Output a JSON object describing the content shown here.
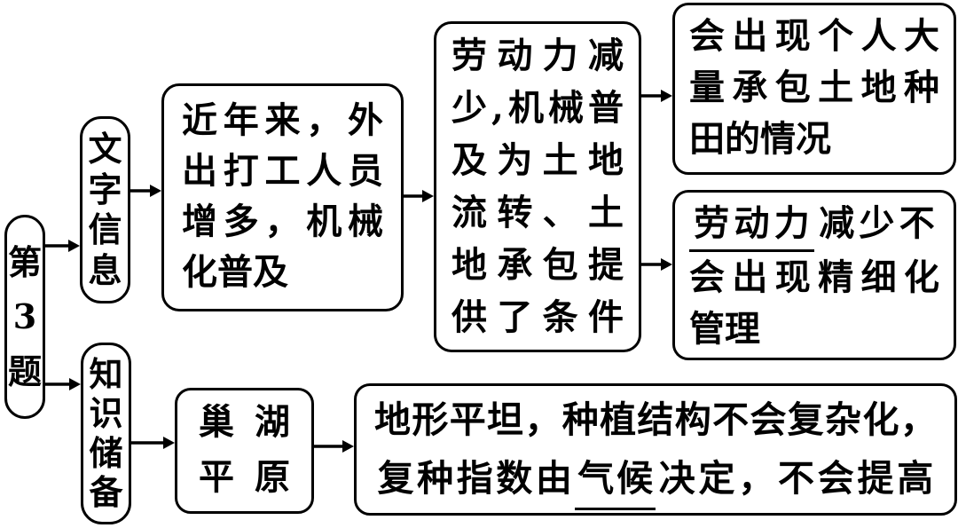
{
  "figure": {
    "background_color": "#ffffff",
    "ink_color": "#000000",
    "type": "flowchart"
  },
  "boxes": {
    "question": {
      "text": "第3题"
    },
    "text_info": {
      "text": "文字信息"
    },
    "knowledge": {
      "text": "知识储备"
    },
    "recent": {
      "full_text": "近年来，外出打工人员增多，机械化普及",
      "lines": [
        "近年来，外",
        "出打工人员",
        "增多，机械",
        "化普及"
      ]
    },
    "condition": {
      "full_text": "劳动力减少,机械普及为土地流转、土地承包提供了条件",
      "lines": [
        "劳动力减",
        "少,机械普",
        "及为土地",
        "流转、土",
        "地承包提",
        "供了条件"
      ]
    },
    "contract": {
      "full_text": "会出现个人大量承包土地种田的情况",
      "lines": [
        "会出现个人大",
        "量承包土地种",
        "田的情况"
      ]
    },
    "management": {
      "full_text": "劳动力减少不会出现精细化管理",
      "line1_underline": "劳动力",
      "line1_rest": "减少不",
      "line2": "会出现精细化",
      "line3": "管理"
    },
    "chaohu": {
      "full_text": "巢湖平原",
      "lines": [
        "巢湖",
        "平原"
      ]
    },
    "terrain": {
      "full_text": "地形平坦，种植结构不会复杂化，复种指数由气候决定，不会提高",
      "line1": "地形平坦，种植结构不会复杂化，",
      "line2_pre": "复种指数由",
      "line2_underline": "气候",
      "line2_post": "决定，不会提高"
    }
  },
  "connections": [
    {
      "from": "question",
      "to": "text_info"
    },
    {
      "from": "question",
      "to": "knowledge"
    },
    {
      "from": "text_info",
      "to": "recent"
    },
    {
      "from": "recent",
      "to": "condition"
    },
    {
      "from": "condition",
      "to": "contract"
    },
    {
      "from": "condition",
      "to": "management"
    },
    {
      "from": "knowledge",
      "to": "chaohu"
    },
    {
      "from": "chaohu",
      "to": "terrain"
    }
  ]
}
